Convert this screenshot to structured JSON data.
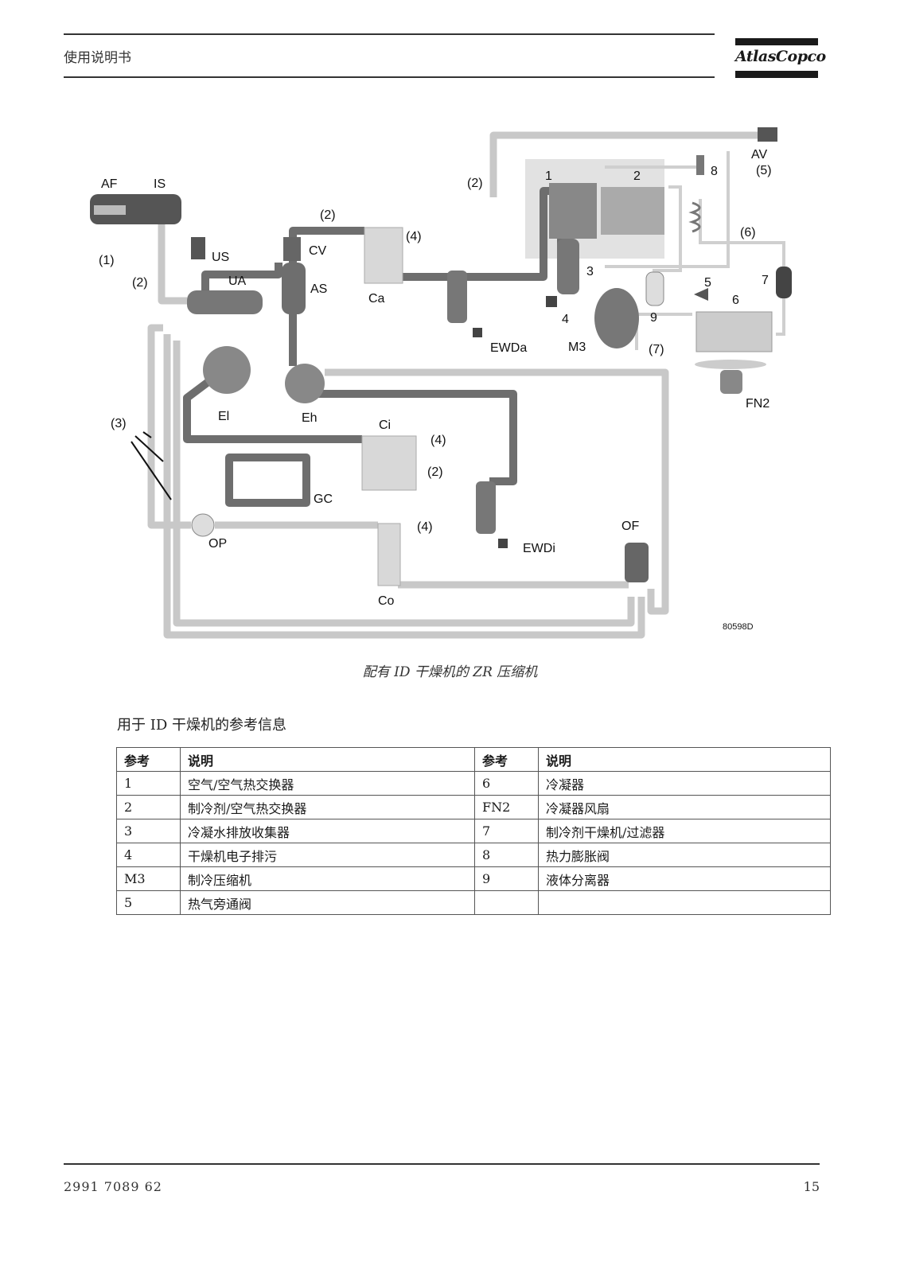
{
  "header": {
    "title": "使用说明书",
    "logo_text": "AtlasCopco"
  },
  "diagram": {
    "labels": {
      "AF": "AF",
      "IS": "IS",
      "p1": "(1)",
      "p2a": "(2)",
      "US": "US",
      "UA": "UA",
      "p2b": "(2)",
      "CV": "CV",
      "AS": "AS",
      "p4a": "(4)",
      "Ca": "Ca",
      "p2c": "(2)",
      "n1": "1",
      "n2": "2",
      "n8": "8",
      "AV": "AV",
      "p5": "(5)",
      "n3": "3",
      "n4": "4",
      "p6": "(6)",
      "n7": "7",
      "n5": "5",
      "n6": "6",
      "n9": "9",
      "M3": "M3",
      "p7": "(7)",
      "EWDa": "EWDa",
      "FN2": "FN2",
      "p3": "(3)",
      "El": "El",
      "Eh": "Eh",
      "Ci": "Ci",
      "p4b": "(4)",
      "p2d": "(2)",
      "GC": "GC",
      "OP": "OP",
      "p4c": "(4)",
      "OF": "OF",
      "EWDi": "EWDi",
      "Co": "Co",
      "code": "80598D"
    }
  },
  "caption": "配有 ID 干燥机的 ZR 压缩机",
  "section_title": "用于 ID 干燥机的参考信息",
  "table": {
    "headers": [
      "参考",
      "说明",
      "参考",
      "说明"
    ],
    "rows": [
      [
        "1",
        "空气/空气热交换器",
        "6",
        "冷凝器"
      ],
      [
        "2",
        "制冷剂/空气热交换器",
        "FN2",
        "冷凝器风扇"
      ],
      [
        "3",
        "冷凝水排放收集器",
        "7",
        "制冷剂干燥机/过滤器"
      ],
      [
        "4",
        "干燥机电子排污",
        "8",
        "热力膨胀阀"
      ],
      [
        "M3",
        "制冷压缩机",
        "9",
        "液体分离器"
      ],
      [
        "5",
        "热气旁通阀",
        "",
        ""
      ]
    ]
  },
  "footer": {
    "doc_number": "2991 7089 62",
    "page": "15"
  }
}
